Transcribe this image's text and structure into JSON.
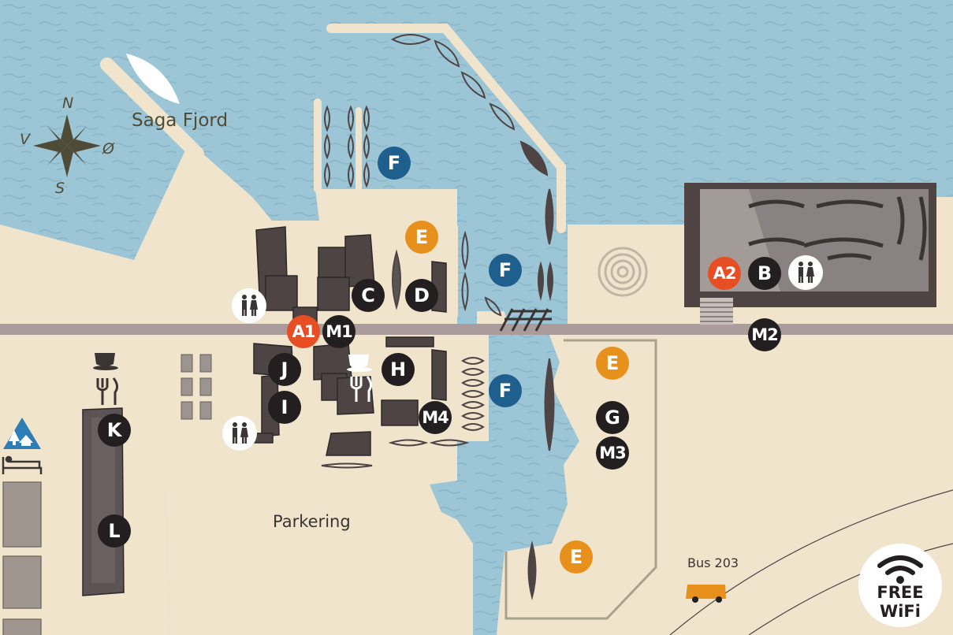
{
  "labels": {
    "fjord": "Saga Fjord",
    "parking": "Parkering",
    "bus": "Bus 203"
  },
  "compass": {
    "n": "N",
    "s": "S",
    "e": "Ø",
    "w": "V"
  },
  "wifi": {
    "line1": "FREE",
    "line2": "WiFi"
  },
  "markers": {
    "a1": "A1",
    "a2": "A2",
    "b": "B",
    "c": "C",
    "d": "D",
    "e1": "E",
    "e2": "E",
    "e3": "E",
    "f1": "F",
    "f2": "F",
    "f3": "F",
    "g": "G",
    "h": "H",
    "i": "I",
    "j": "J",
    "k": "K",
    "l": "L",
    "m1": "M1",
    "m2": "M2",
    "m3": "M3",
    "m4": "M4"
  },
  "colors": {
    "land": "#f0e4cc",
    "water": "#9cc5d6",
    "road": "#aa9c9c",
    "building": "#4e4444",
    "marker_dark": "#231f20",
    "marker_blue": "#1e5f8e",
    "marker_orange": "#e8901c",
    "marker_red": "#e84e24",
    "bus": "#e8901c"
  },
  "icons": [
    "compass-rose-icon",
    "toilet-icon",
    "cafe-icon",
    "restaurant-icon",
    "hostel-icon",
    "bed-icon",
    "wifi-icon",
    "bus-icon",
    "labyrinth-icon"
  ]
}
